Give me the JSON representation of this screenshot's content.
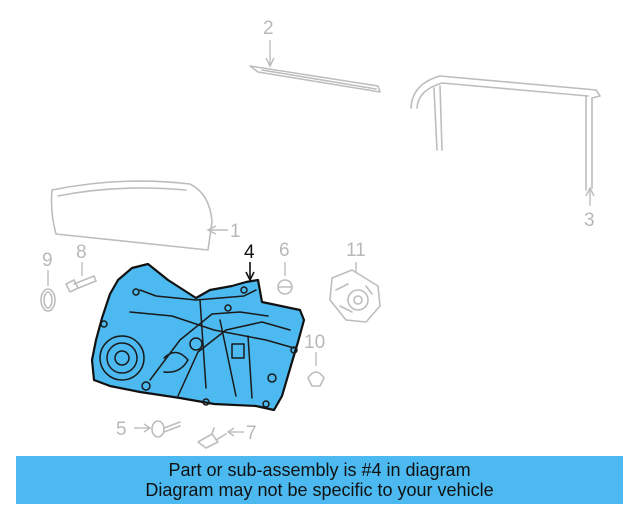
{
  "callouts": {
    "c1": "1",
    "c2": "2",
    "c3": "3",
    "c4": "4",
    "c5": "5",
    "c6": "6",
    "c7": "7",
    "c8": "8",
    "c9": "9",
    "c10": "10",
    "c11": "11"
  },
  "highlighted_part": "4",
  "colors": {
    "highlight": "#4cbaf0",
    "ghost_part": "#bdbdbd"
  },
  "banner": {
    "line1": "Part or sub-assembly is #4 in diagram",
    "line2": "Diagram may not be specific to your vehicle"
  }
}
